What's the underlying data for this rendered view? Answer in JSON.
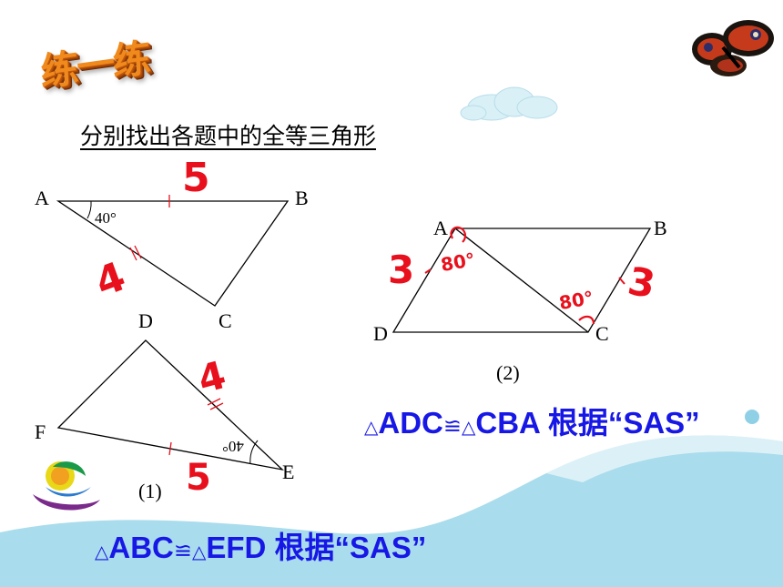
{
  "title": "练一练",
  "instruction": "分别找出各题中的全等三角形",
  "figure1": {
    "label": "(1)",
    "vertices": {
      "A": "A",
      "B": "B",
      "C": "C",
      "D": "D",
      "E": "E",
      "F": "F"
    },
    "angle_top": "40°",
    "angle_bottom": "40°",
    "hand_top": "5",
    "hand_left": "4",
    "hand_right": "4",
    "hand_bottom": "5"
  },
  "figure2": {
    "label": "(2)",
    "vertices": {
      "A": "A",
      "B": "B",
      "C": "C",
      "D": "D"
    },
    "hand_left": "3",
    "hand_right": "3",
    "hand_angle_a": "80°",
    "hand_angle_c": "80°"
  },
  "conclusion1": {
    "tri1": "△",
    "text1": "ADC",
    "congruent": "≌",
    "tri2": "△",
    "text2": "CBA 根据“SAS”"
  },
  "conclusion2": {
    "tri1": "△",
    "text1": "ABC",
    "congruent": "≌",
    "tri2": "△",
    "text2": "EFD 根据“SAS”"
  },
  "colors": {
    "handwriting": "#e8101c",
    "conclusion": "#1717e6",
    "wave": "#a9dcec",
    "title": "#f08a1c"
  }
}
